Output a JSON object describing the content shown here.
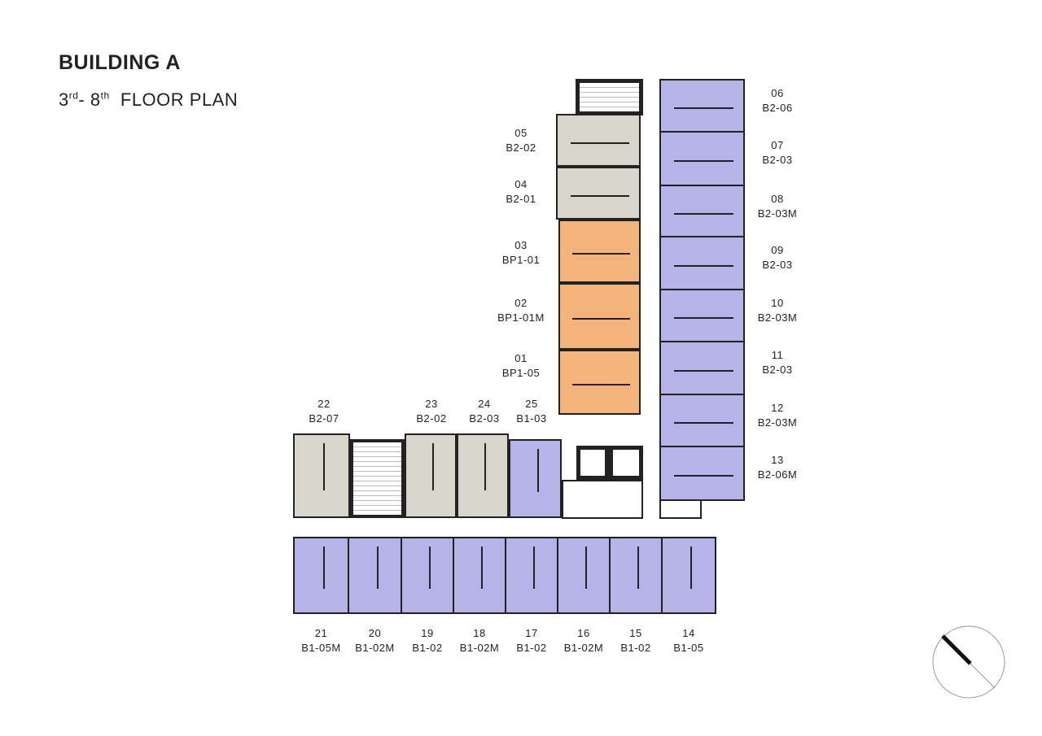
{
  "header": {
    "title": "BUILDING A",
    "floor_from": "3",
    "floor_from_suffix": "rd",
    "separator": "-",
    "floor_to": "8",
    "floor_to_suffix": "th",
    "plan_label": "FLOOR PLAN"
  },
  "colors": {
    "type_b2_purple": "#b4b4e8",
    "type_b1_purple": "#b4b4e8",
    "type_b2_gray": "#d8d5cd",
    "type_bp1_orange": "#f3b37a"
  },
  "units_right": [
    {
      "number": "06",
      "type": "B2-06"
    },
    {
      "number": "07",
      "type": "B2-03"
    },
    {
      "number": "08",
      "type": "B2-03M"
    },
    {
      "number": "09",
      "type": "B2-03"
    },
    {
      "number": "10",
      "type": "B2-03M"
    },
    {
      "number": "11",
      "type": "B2-03"
    },
    {
      "number": "12",
      "type": "B2-03M"
    },
    {
      "number": "13",
      "type": "B2-06M"
    }
  ],
  "units_center": [
    {
      "number": "05",
      "type": "B2-02"
    },
    {
      "number": "04",
      "type": "B2-01"
    },
    {
      "number": "03",
      "type": "BP1-01"
    },
    {
      "number": "02",
      "type": "BP1-01M"
    },
    {
      "number": "01",
      "type": "BP1-05"
    }
  ],
  "units_top_left": [
    {
      "number": "22",
      "type": "B2-07"
    },
    {
      "number": "23",
      "type": "B2-02"
    },
    {
      "number": "24",
      "type": "B2-03"
    },
    {
      "number": "25",
      "type": "B1-03"
    }
  ],
  "units_bottom": [
    {
      "number": "21",
      "type": "B1-05M"
    },
    {
      "number": "20",
      "type": "B1-02M"
    },
    {
      "number": "19",
      "type": "B1-02"
    },
    {
      "number": "18",
      "type": "B1-02M"
    },
    {
      "number": "17",
      "type": "B1-02"
    },
    {
      "number": "16",
      "type": "B1-02M"
    },
    {
      "number": "15",
      "type": "B1-02"
    },
    {
      "number": "14",
      "type": "B1-05"
    }
  ],
  "compass": {
    "icon": "north-arrow-icon"
  }
}
